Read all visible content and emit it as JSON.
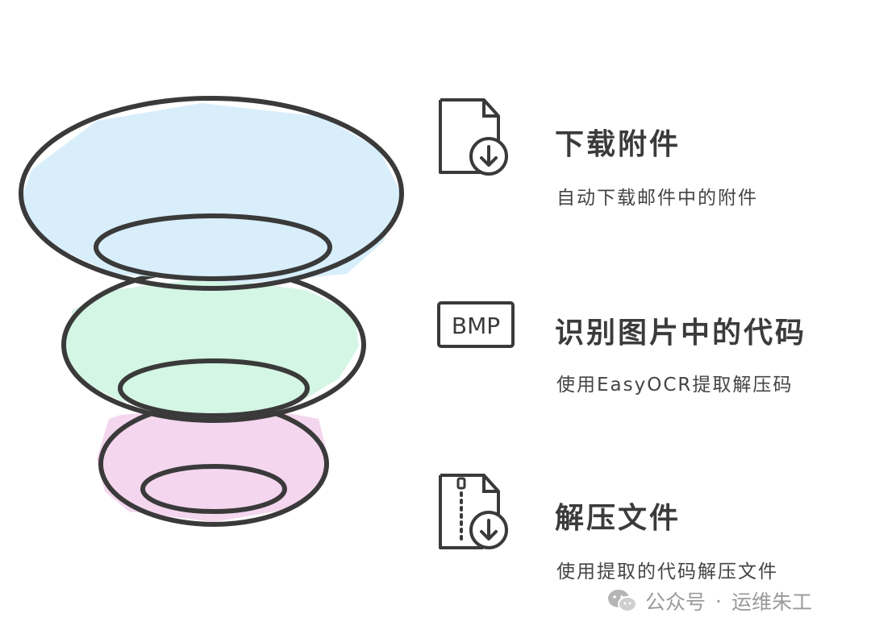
{
  "funnel": {
    "layers": [
      {
        "level": "top",
        "fill": "#d8eefb"
      },
      {
        "level": "middle",
        "fill": "#d4f6e4"
      },
      {
        "level": "bottom",
        "fill": "#f4d6ee"
      }
    ],
    "stroke": "#3a3a3a"
  },
  "steps": [
    {
      "title": "下载附件",
      "description": "自动下载邮件中的附件",
      "icon": "file-download-icon"
    },
    {
      "title": "识别图片中的代码",
      "description": "使用EasyOCR提取解压码",
      "icon": "bmp-file-icon",
      "icon_text": "BMP"
    },
    {
      "title": "解压文件",
      "description": "使用提取的代码解压文件",
      "icon": "zip-download-icon"
    }
  ],
  "watermark": {
    "prefix": "公众号",
    "separator": "·",
    "name": "运维朱工",
    "icon": "wechat-icon"
  }
}
